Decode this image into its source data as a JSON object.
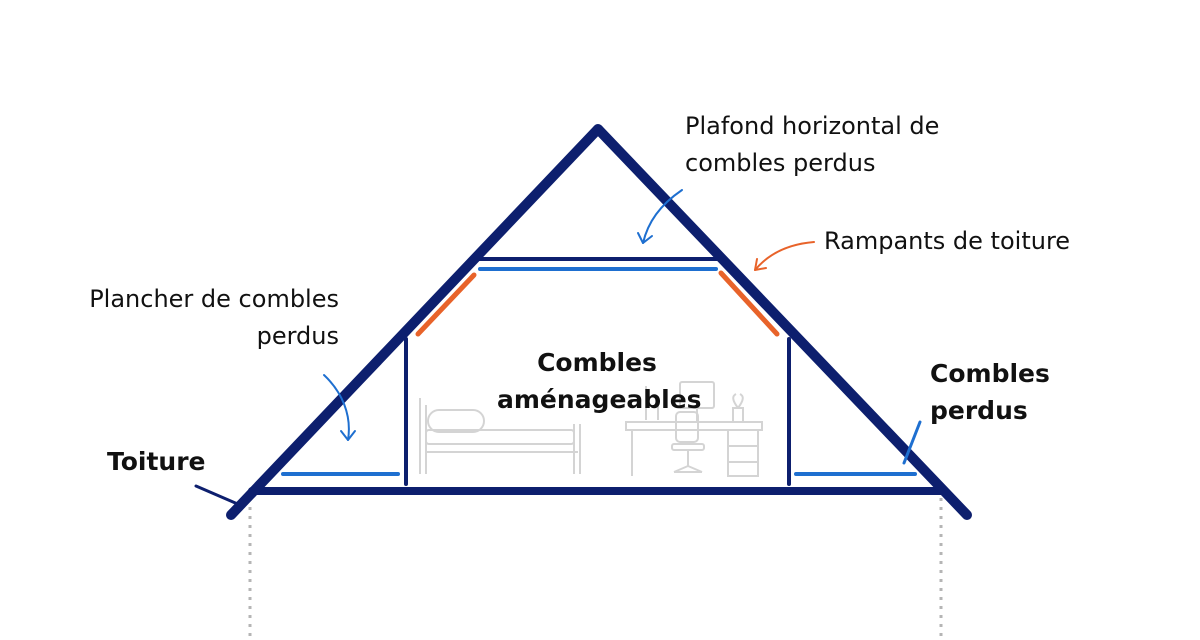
{
  "labels": {
    "plafond": [
      "Plafond horizontal de",
      "combles perdus"
    ],
    "rampants": "Rampants de toiture",
    "plancher": [
      "Plancher de combles",
      "perdus"
    ],
    "toiture": "Toiture",
    "combles_amenageables": [
      "Combles",
      "aménageables"
    ],
    "combles_perdus": [
      "Combles",
      "perdus"
    ]
  },
  "colors": {
    "structure": "#0d1f6e",
    "insulation": "#1e6fd0",
    "rampant": "#e8632a",
    "furniture": "#d4d4d4",
    "guide": "#b5b5b5",
    "text": "#111111"
  },
  "icons": {
    "bed": "bed-icon",
    "desk": "desk-icon",
    "chair": "office-chair-icon",
    "monitor": "monitor-icon",
    "plant": "plant-icon"
  }
}
